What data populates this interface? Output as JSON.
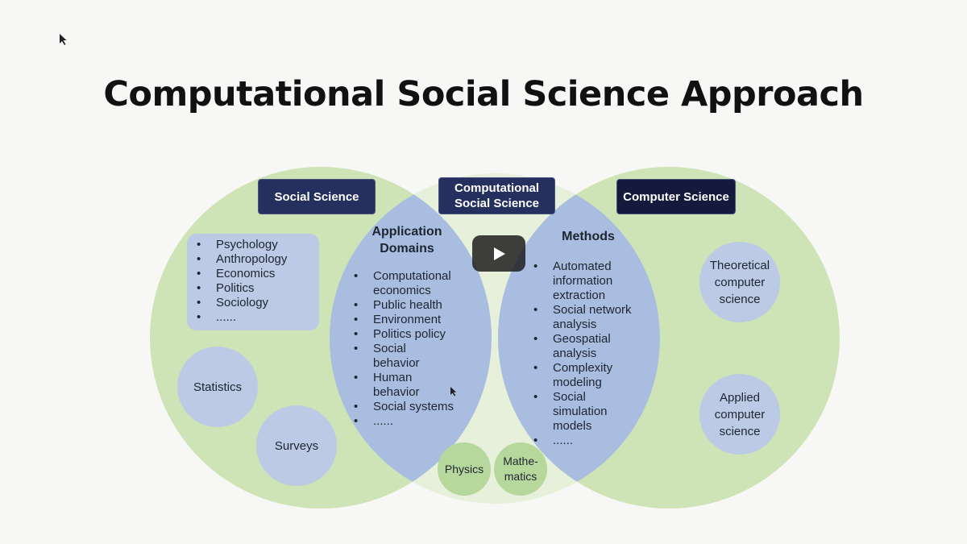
{
  "title": "Computational Social Science Approach",
  "colors": {
    "social_circle": "#cfe4b6",
    "middle_circle": "#e6f0da",
    "overlap": "#a9bde0",
    "small_circle": "#bccae6",
    "math_circle": "#b6d89d",
    "label_bg": "#25305f"
  },
  "social_science": {
    "label": "Social Science",
    "disciplines": [
      "Psychology",
      "Anthropology",
      "Economics",
      "Politics",
      "Sociology",
      "......"
    ],
    "statistics": "Statistics",
    "surveys": "Surveys"
  },
  "computational_social_science": {
    "label": "Computational Social Science",
    "application_domains": {
      "heading": "Application Domains",
      "items": [
        "Computational economics",
        "Public health",
        "Environment",
        "Politics policy",
        "Social behavior",
        "Human behavior",
        "Social systems",
        "......"
      ]
    },
    "methods": {
      "heading": "Methods",
      "items": [
        "Automated information extraction",
        "Social network analysis",
        "Geospatial analysis",
        "Complexity modeling",
        "Social simulation models",
        "......"
      ]
    },
    "physics": "Physics",
    "mathematics": "Mathe-matics"
  },
  "computer_science": {
    "label": "Computer Science",
    "theoretical": "Theoretical computer science",
    "applied": "Applied computer science"
  },
  "video": {
    "play_icon": "play-icon"
  }
}
